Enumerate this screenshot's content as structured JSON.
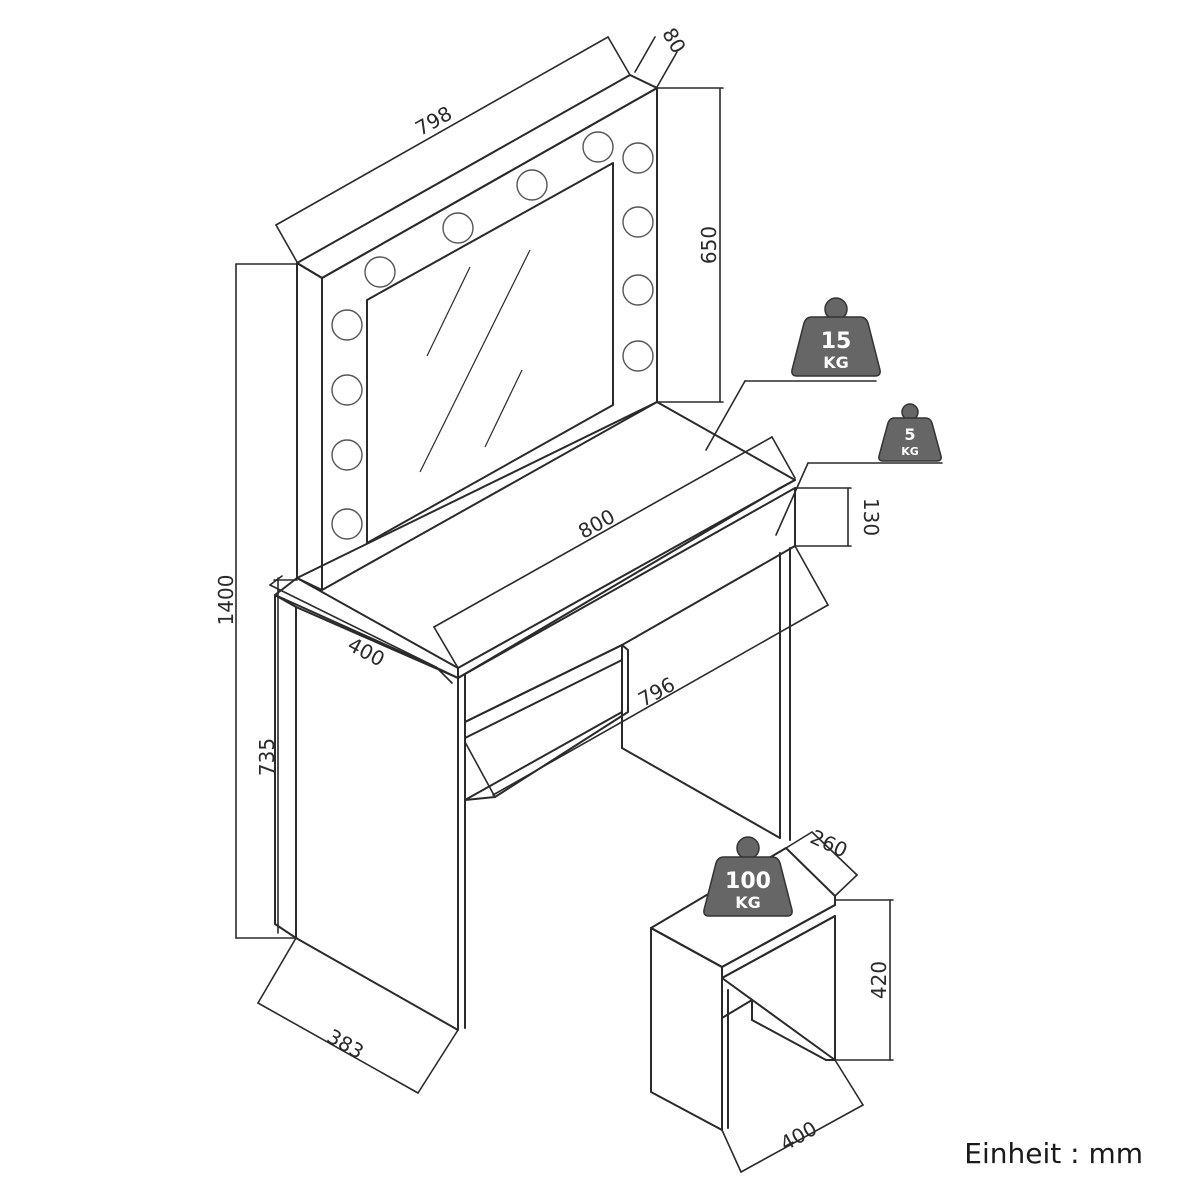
{
  "dimensions": {
    "mirror_width": "798",
    "mirror_depth": "80",
    "mirror_height": "650",
    "total_height": "1400",
    "table_height": "735",
    "table_depth": "400",
    "table_width": "800",
    "drawer_height": "130",
    "inner_width": "796",
    "leg_depth": "383",
    "stool_depth": "260",
    "stool_height": "420",
    "stool_width": "400"
  },
  "weights": {
    "mirror_top": {
      "value": "15",
      "unit": "KG"
    },
    "drawer": {
      "value": "5",
      "unit": "KG"
    },
    "stool": {
      "value": "100",
      "unit": "KG"
    }
  },
  "unit_label": "Einheit : mm"
}
